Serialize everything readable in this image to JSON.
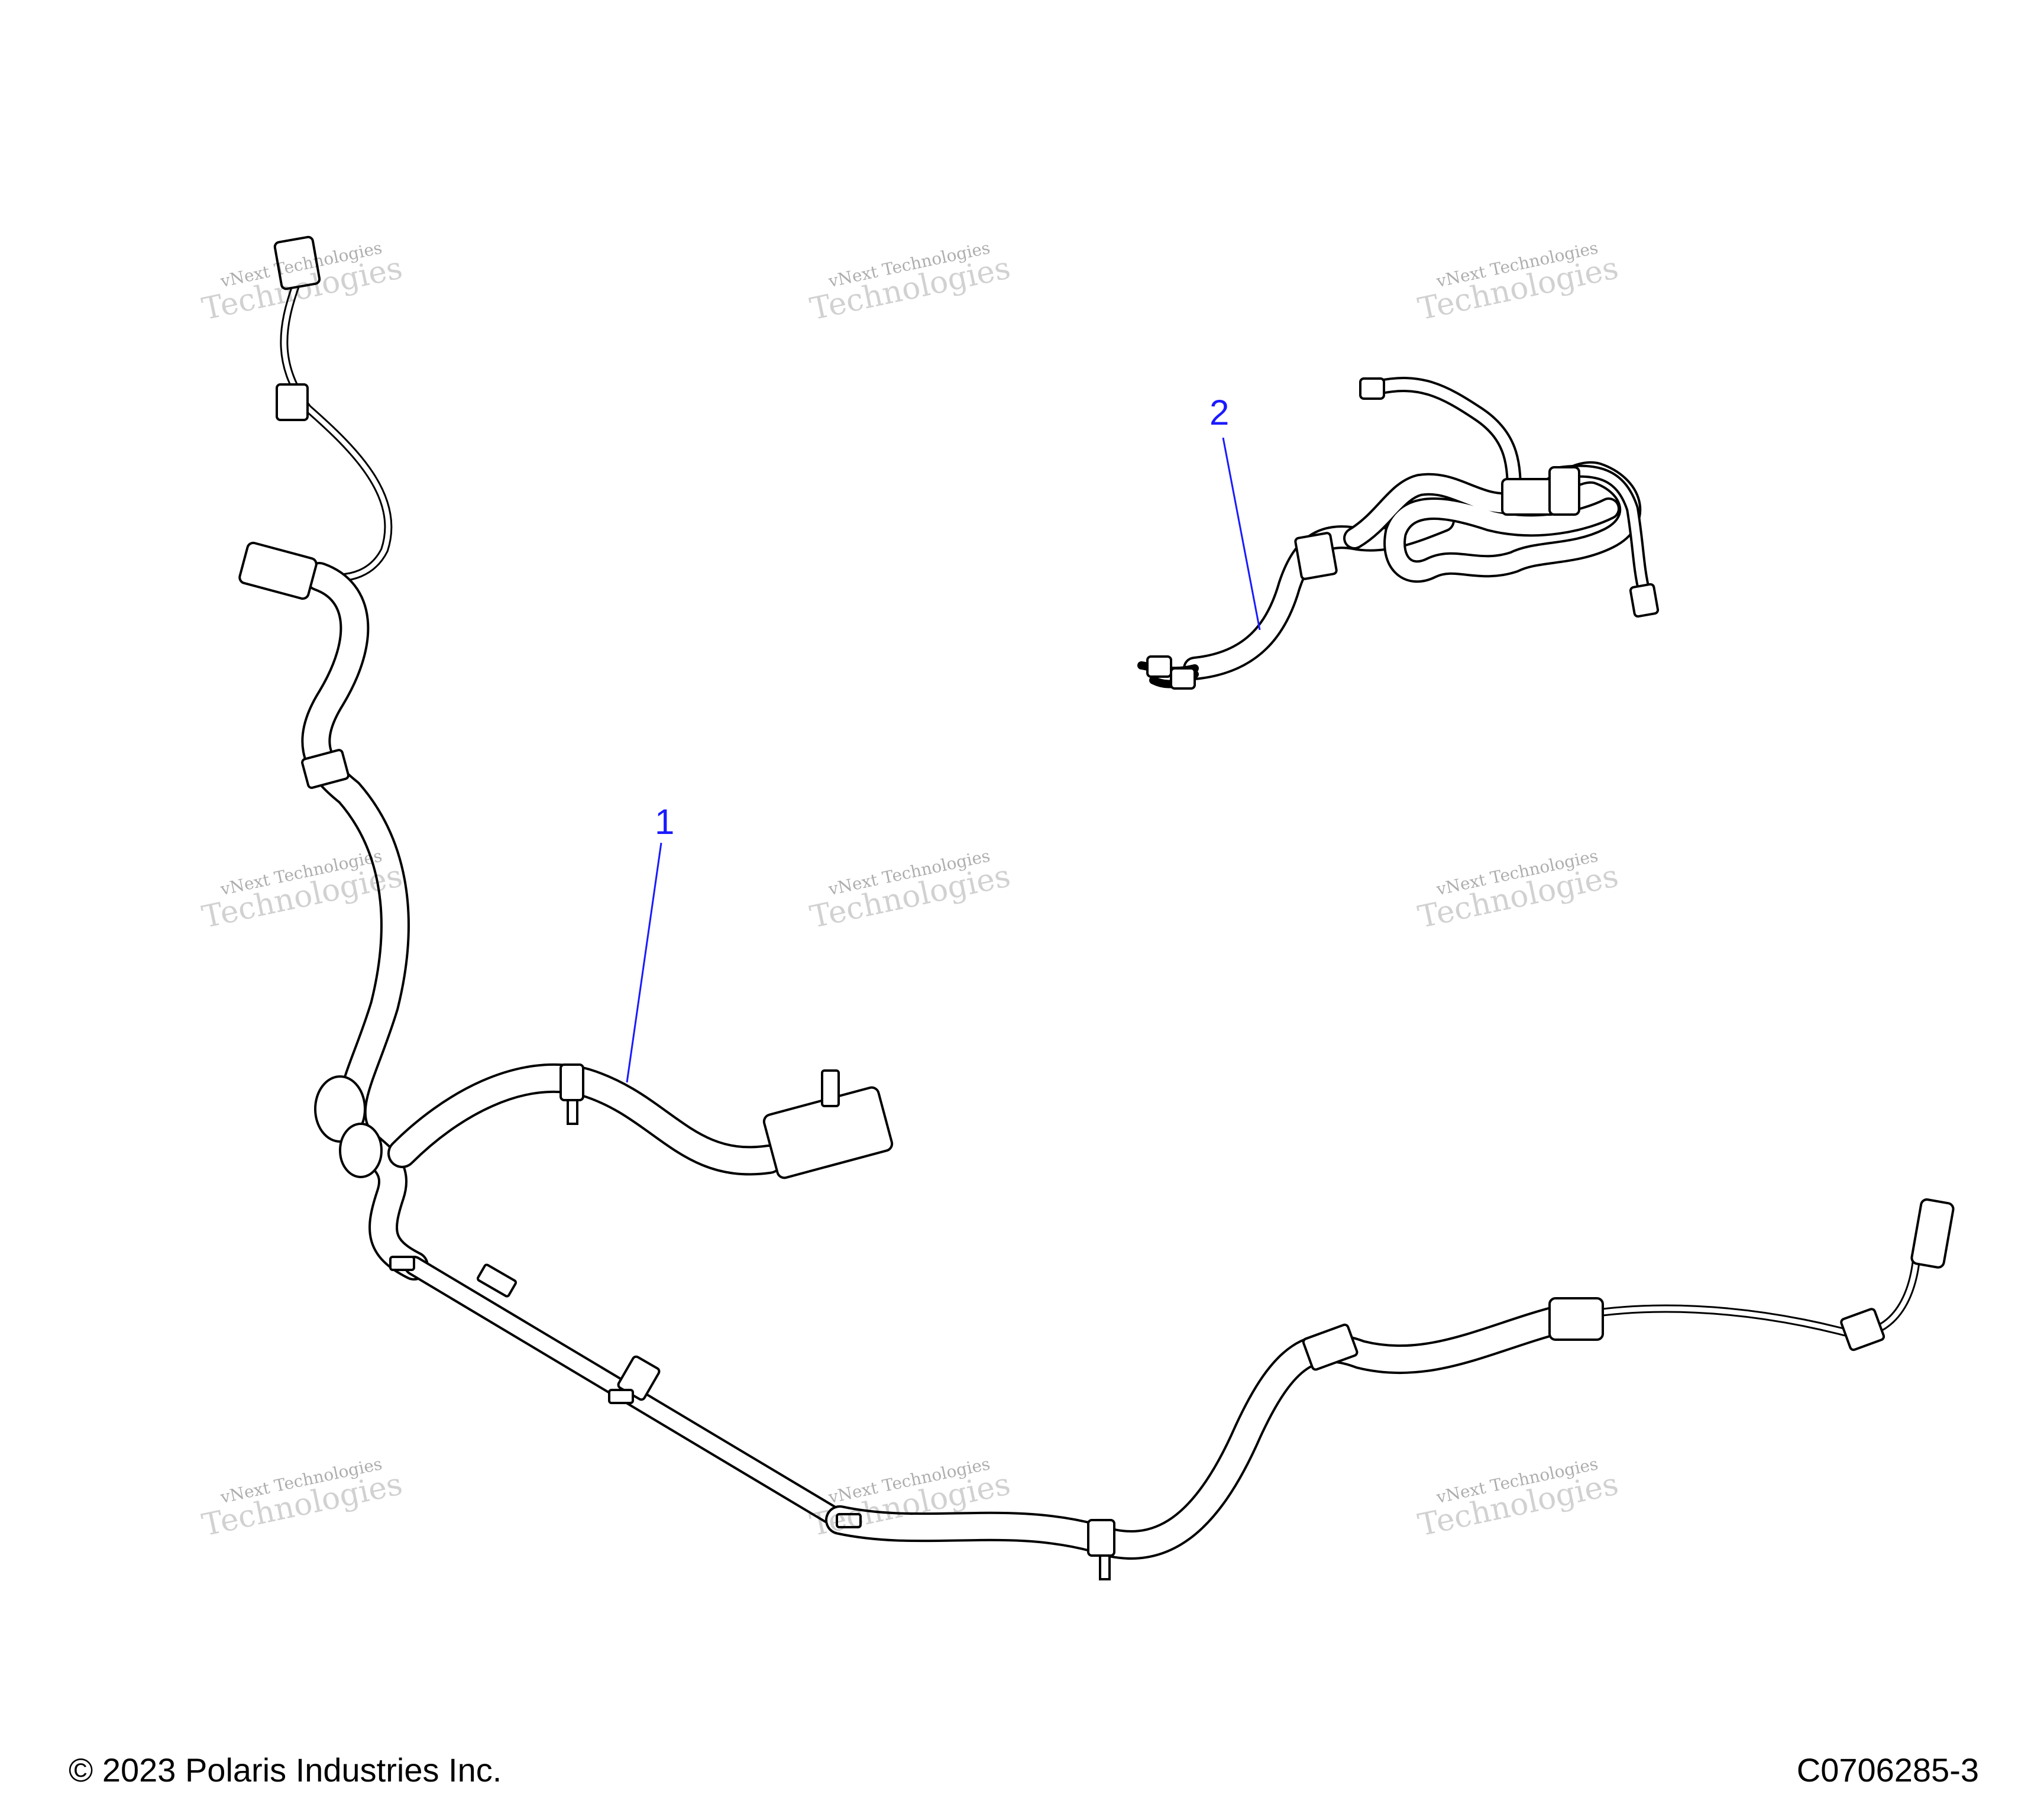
{
  "callouts": {
    "part1": "1",
    "part2": "2"
  },
  "footer": {
    "copyright": "© 2023 Polaris Industries Inc.",
    "drawing_number": "C0706285-3"
  },
  "watermark": {
    "line1": "vNext Technologies",
    "line2": "Technologies"
  },
  "colors": {
    "callout": "#1a1aff",
    "line": "#000000"
  }
}
